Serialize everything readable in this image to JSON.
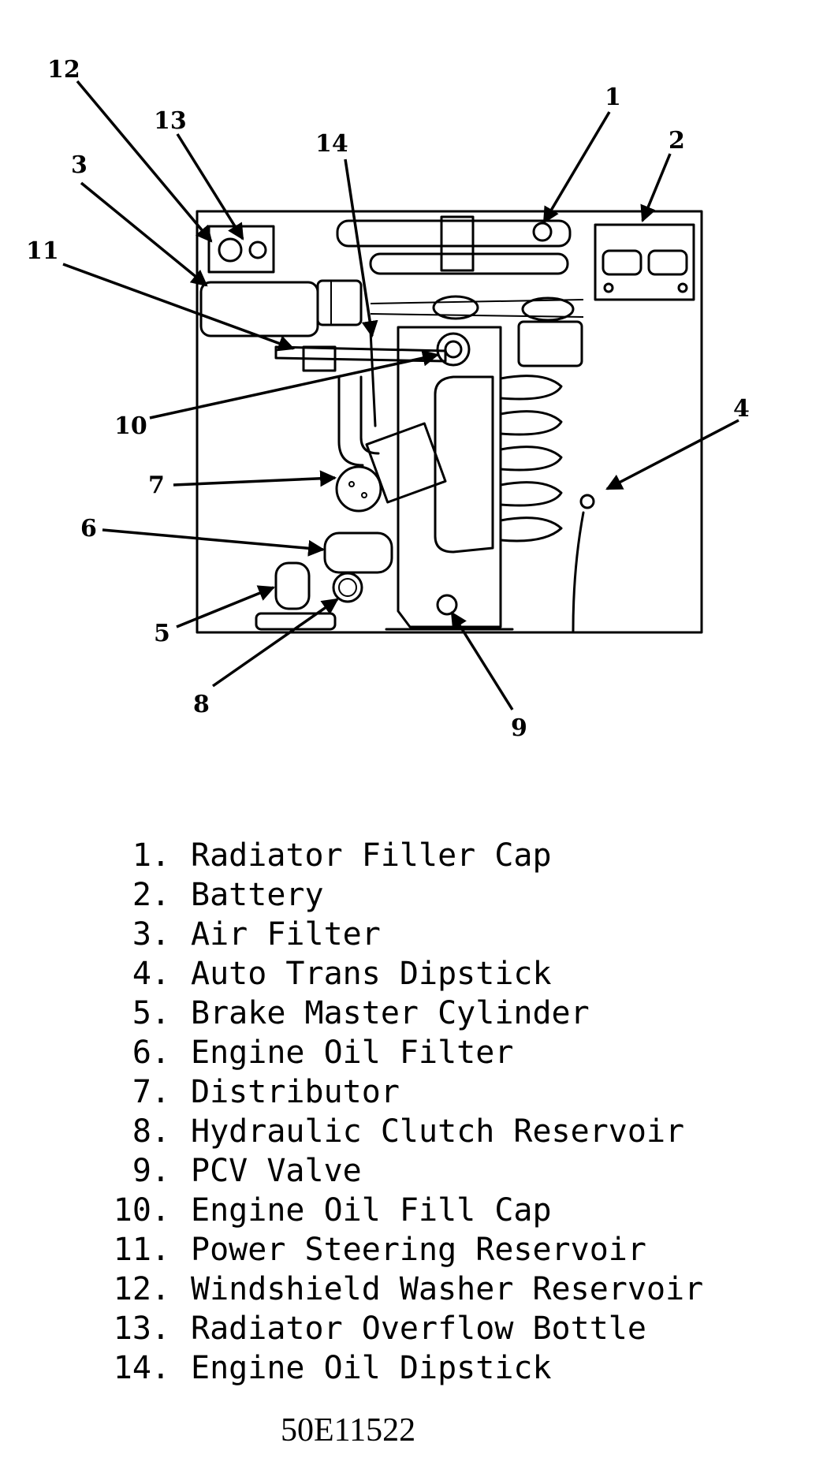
{
  "callouts": [
    "1",
    "2",
    "3",
    "4",
    "5",
    "6",
    "7",
    "8",
    "9",
    "10",
    "11",
    "12",
    "13",
    "14"
  ],
  "legend": [
    {
      "num": "1.",
      "label": "Radiator Filler Cap"
    },
    {
      "num": "2.",
      "label": "Battery"
    },
    {
      "num": "3.",
      "label": "Air Filter"
    },
    {
      "num": "4.",
      "label": "Auto Trans Dipstick"
    },
    {
      "num": "5.",
      "label": "Brake Master Cylinder"
    },
    {
      "num": "6.",
      "label": "Engine Oil Filter"
    },
    {
      "num": "7.",
      "label": "Distributor"
    },
    {
      "num": "8.",
      "label": "Hydraulic Clutch Reservoir"
    },
    {
      "num": "9.",
      "label": "PCV Valve"
    },
    {
      "num": "10.",
      "label": "Engine Oil Fill Cap"
    },
    {
      "num": "11.",
      "label": "Power Steering Reservoir"
    },
    {
      "num": "12.",
      "label": "Windshield Washer Reservoir"
    },
    {
      "num": "13.",
      "label": "Radiator Overflow Bottle"
    },
    {
      "num": "14.",
      "label": "Engine Oil Dipstick"
    }
  ],
  "figure_id": "50E11522"
}
